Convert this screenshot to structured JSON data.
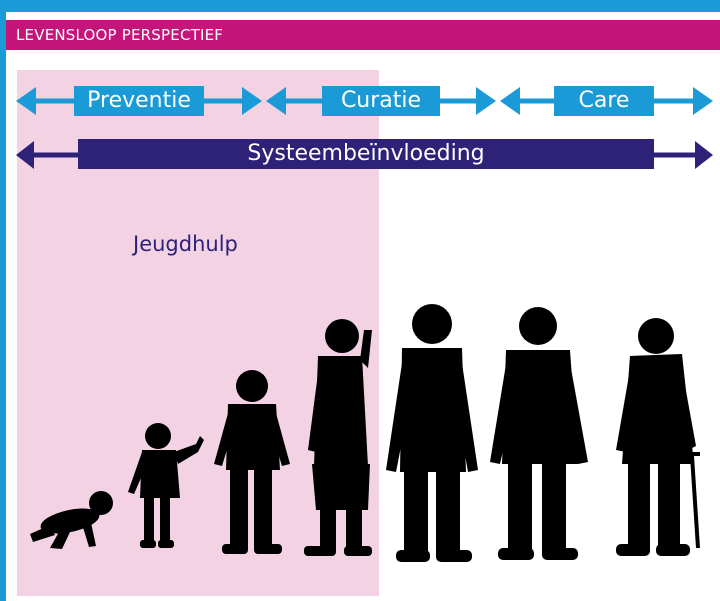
{
  "header": {
    "title": "LEVENSLOOP PERSPECTIEF"
  },
  "stages": [
    {
      "label": "Preventie"
    },
    {
      "label": "Curatie"
    },
    {
      "label": "Care"
    }
  ],
  "system_arrow": {
    "label": "Systeembeïnvloeding"
  },
  "region_label": "Jeugdhulp",
  "figures": [
    {
      "name": "crawling-baby"
    },
    {
      "name": "toddler"
    },
    {
      "name": "child"
    },
    {
      "name": "teenager"
    },
    {
      "name": "adult"
    },
    {
      "name": "middle-aged-man"
    },
    {
      "name": "elderly-man-with-cane"
    }
  ],
  "colors": {
    "accent_blue": "#1a9ad6",
    "magenta": "#c4157a",
    "deep_purple": "#2e2278",
    "pink_panel": "#f3d2e4",
    "silhouette": "#000000"
  }
}
